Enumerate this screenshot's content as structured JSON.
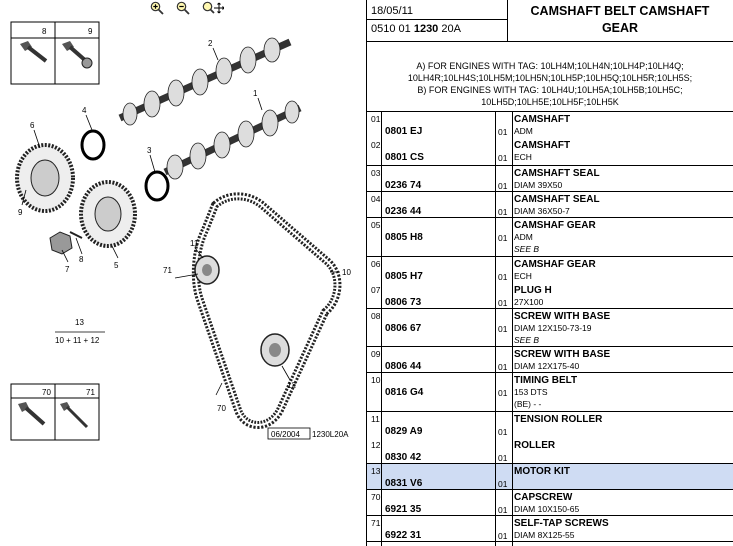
{
  "header": {
    "date": "18/05/11",
    "code_prefix": "0510 01",
    "code_bold": "1230",
    "code_suffix": "20A",
    "title_line1": "CAMSHAFT BELT CAMSHAFT",
    "title_line2": "GEAR"
  },
  "notes": [
    "A) FOR ENGINES WITH TAG: 10LH4M;10LH4N;10LH4P;10LH4Q;",
    "10LH4R;10LH4S;10LH5M;10LH5N;10LH5P;10LH5Q;10LH5R;10LH5S;",
    "B) FOR ENGINES WITH TAG: 10LH4U;10LH5A;10LH5B;10LH5C;",
    "10LH5D;10LH5E;10LH5F;10LH5K"
  ],
  "zoom": {
    "zoom_in": "zoom-in-icon",
    "zoom_out": "zoom-out-icon",
    "zoom_pan": "zoom-pan-icon"
  },
  "diagram": {
    "labels": [
      "8",
      "9",
      "2",
      "1",
      "4",
      "6",
      "3",
      "9",
      "11",
      "71",
      "10",
      "7",
      "8",
      "5",
      "13",
      "10 + 11 + 12",
      "12",
      "70",
      "70",
      "71"
    ],
    "stamp": "06/2004",
    "ref": "1230L20A"
  },
  "rows": [
    {
      "idx": "01",
      "idx2": "02",
      "ref": "0801 EJ",
      "ref2": "0801 CS",
      "qty": "01",
      "qty2": "01",
      "name": "CAMSHAFT",
      "desc": "ADM",
      "name2": "CAMSHAFT",
      "desc2": "ECH"
    },
    {
      "idx": "03",
      "ref": "0236 74",
      "qty": "01",
      "name": "CAMSHAFT SEAL",
      "desc": "DIAM 39X50"
    },
    {
      "idx": "04",
      "ref": "0236 44",
      "qty": "01",
      "name": "CAMSHAFT SEAL",
      "desc": "DIAM 36X50-7"
    },
    {
      "idx": "05",
      "ref": "0805 H8",
      "qty": "01",
      "name": "CAMSHAF GEAR",
      "desc": "ADM",
      "see": "SEE B"
    },
    {
      "idx": "06",
      "idx2": "07",
      "ref": "0805 H7",
      "ref2": "0806 73",
      "qty": "01",
      "qty2": "01",
      "name": "CAMSHAF GEAR",
      "desc": "ECH",
      "name2": "PLUG H",
      "desc2": "27X100"
    },
    {
      "idx": "08",
      "ref": "0806 67",
      "qty": "01",
      "name": "SCREW WITH BASE",
      "desc": "DIAM 12X150-73-19",
      "see": "SEE B"
    },
    {
      "idx": "09",
      "ref": "0806 44",
      "qty": "01",
      "name": "SCREW WITH BASE",
      "desc": "DIAM 12X175-40"
    },
    {
      "idx": "10",
      "ref": "0816 G4",
      "qty": "01",
      "name": "TIMING BELT",
      "desc": "153 DTS",
      "desc3": "(BE) - -"
    },
    {
      "idx": "11",
      "idx2": "12",
      "ref": "0829 A9",
      "ref2": "0830 42",
      "qty": "01",
      "qty2": "01",
      "name": "TENSION ROLLER",
      "name2": "ROLLER"
    },
    {
      "idx": "13",
      "ref": "0831 V6",
      "qty": "01",
      "name": "MOTOR KIT"
    },
    {
      "idx": "70",
      "ref": "6921 35",
      "qty": "01",
      "name": "CAPSCREW",
      "desc": "DIAM 10X150-65"
    },
    {
      "idx": "71",
      "ref": "6922 31",
      "qty": "01",
      "name": "SELF-TAP SCREWS",
      "desc": "DIAM 8X125-55"
    }
  ],
  "colors": {
    "highlight": "#cfdcf3",
    "line": "#000000"
  }
}
